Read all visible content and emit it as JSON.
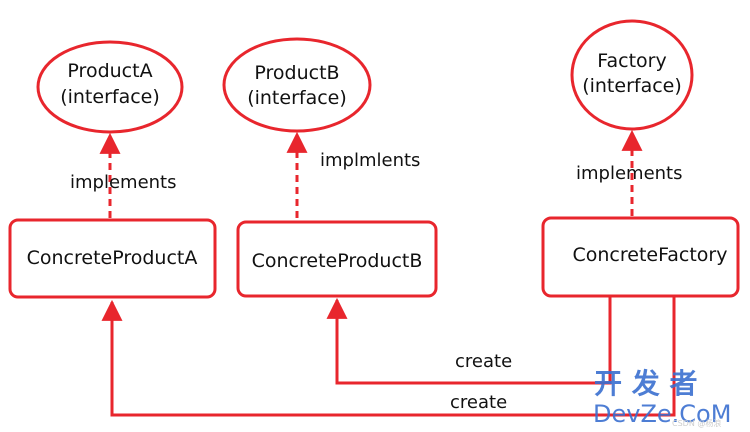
{
  "nodes": {
    "productA_interface": {
      "line1": "ProductA",
      "line2": "(interface)"
    },
    "productB_interface": {
      "line1": "ProductB",
      "line2": "(interface)"
    },
    "factory_interface": {
      "line1": "Factory",
      "line2": "(interface)"
    },
    "concrete_product_a": {
      "label": "ConcreteProductA"
    },
    "concrete_product_b": {
      "label": "ConcreteProductB"
    },
    "concrete_factory": {
      "label": "ConcreteFactory"
    }
  },
  "edges": {
    "a_implements": "implements",
    "b_implements": "implmlents",
    "factory_implements": "implements",
    "create_b": "create",
    "create_a": "create"
  },
  "watermark": {
    "cn": "开 发 者",
    "en": "DevZe.CoM",
    "small": "CSDN @杨浪"
  },
  "colors": {
    "stroke": "#e8262d",
    "text": "#111111",
    "watermark": "#3a6fd0"
  }
}
